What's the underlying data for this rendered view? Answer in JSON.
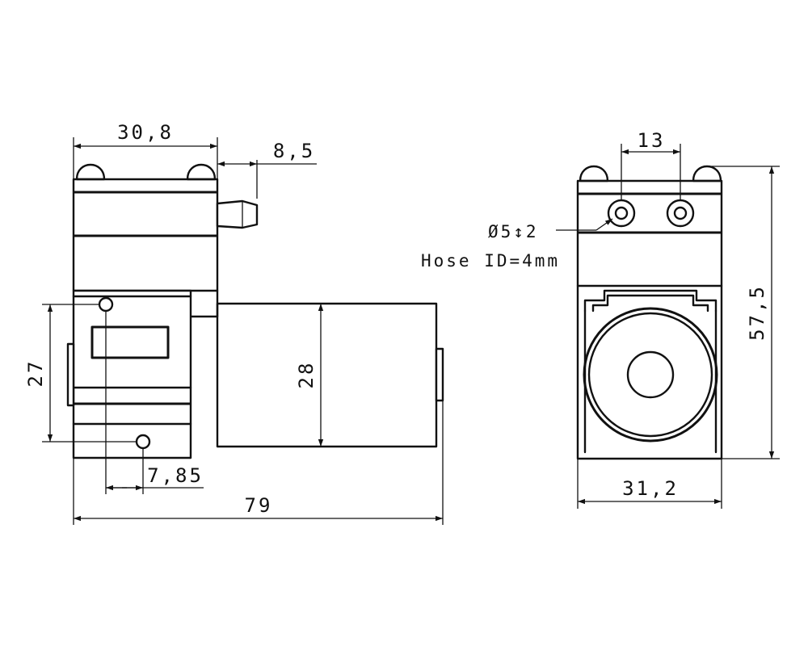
{
  "dimensions": {
    "body_width": "30,8",
    "nozzle_length": "8,5",
    "height_27": "27",
    "motor_diameter": "28",
    "offset": "7,85",
    "total_length": "79",
    "port_spacing": "13",
    "overall_height": "57,5",
    "overall_width": "31,2"
  },
  "annotations": {
    "port_note": "Ø5↕2",
    "hose_note": "Hose ID=4mm"
  },
  "colors": {
    "line": "#111111",
    "background": "#ffffff"
  }
}
